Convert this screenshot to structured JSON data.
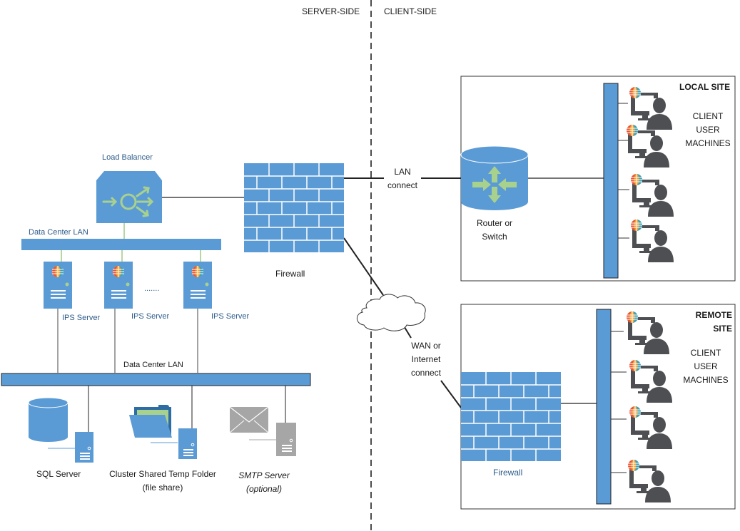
{
  "header": {
    "server_side": "SERVER-SIDE",
    "client_side": "CLIENT-SIDE"
  },
  "server": {
    "load_balancer": "Load Balancer",
    "dc_lan_top": "Data Center LAN",
    "dc_lan_bottom": "Data Center LAN",
    "ips_servers": [
      "IPS Server",
      "IPS Server",
      "IPS Server"
    ],
    "ellipsis": ".......",
    "firewall": "Firewall",
    "sql_server": "SQL Server",
    "temp_folder_line1": "Cluster Shared Temp Folder",
    "temp_folder_line2": "(file share)",
    "smtp_line1": "SMTP Server",
    "smtp_line2": "(optional)"
  },
  "connections": {
    "lan_line1": "LAN",
    "lan_line2": "connect",
    "wan_line1": "WAN or",
    "wan_line2": "Internet",
    "wan_line3": "connect"
  },
  "local_site": {
    "title": "LOCAL SITE",
    "router_line1": "Router or",
    "router_line2": "Switch",
    "clients_line1": "CLIENT",
    "clients_line2": "USER",
    "clients_line3": "MACHINES",
    "client_count": 4
  },
  "remote_site": {
    "title_line1": "REMOTE",
    "title_line2": "SITE",
    "firewall": "Firewall",
    "clients_line1": "CLIENT",
    "clients_line2": "USER",
    "clients_line3": "MACHINES",
    "client_count": 4
  },
  "colors": {
    "device_blue": "#5b9bd5",
    "accent_green": "#a9d18e",
    "user_gray": "#4d4f52",
    "smtp_gray": "#a6a6a6",
    "label_blue": "#2e5c8a"
  }
}
